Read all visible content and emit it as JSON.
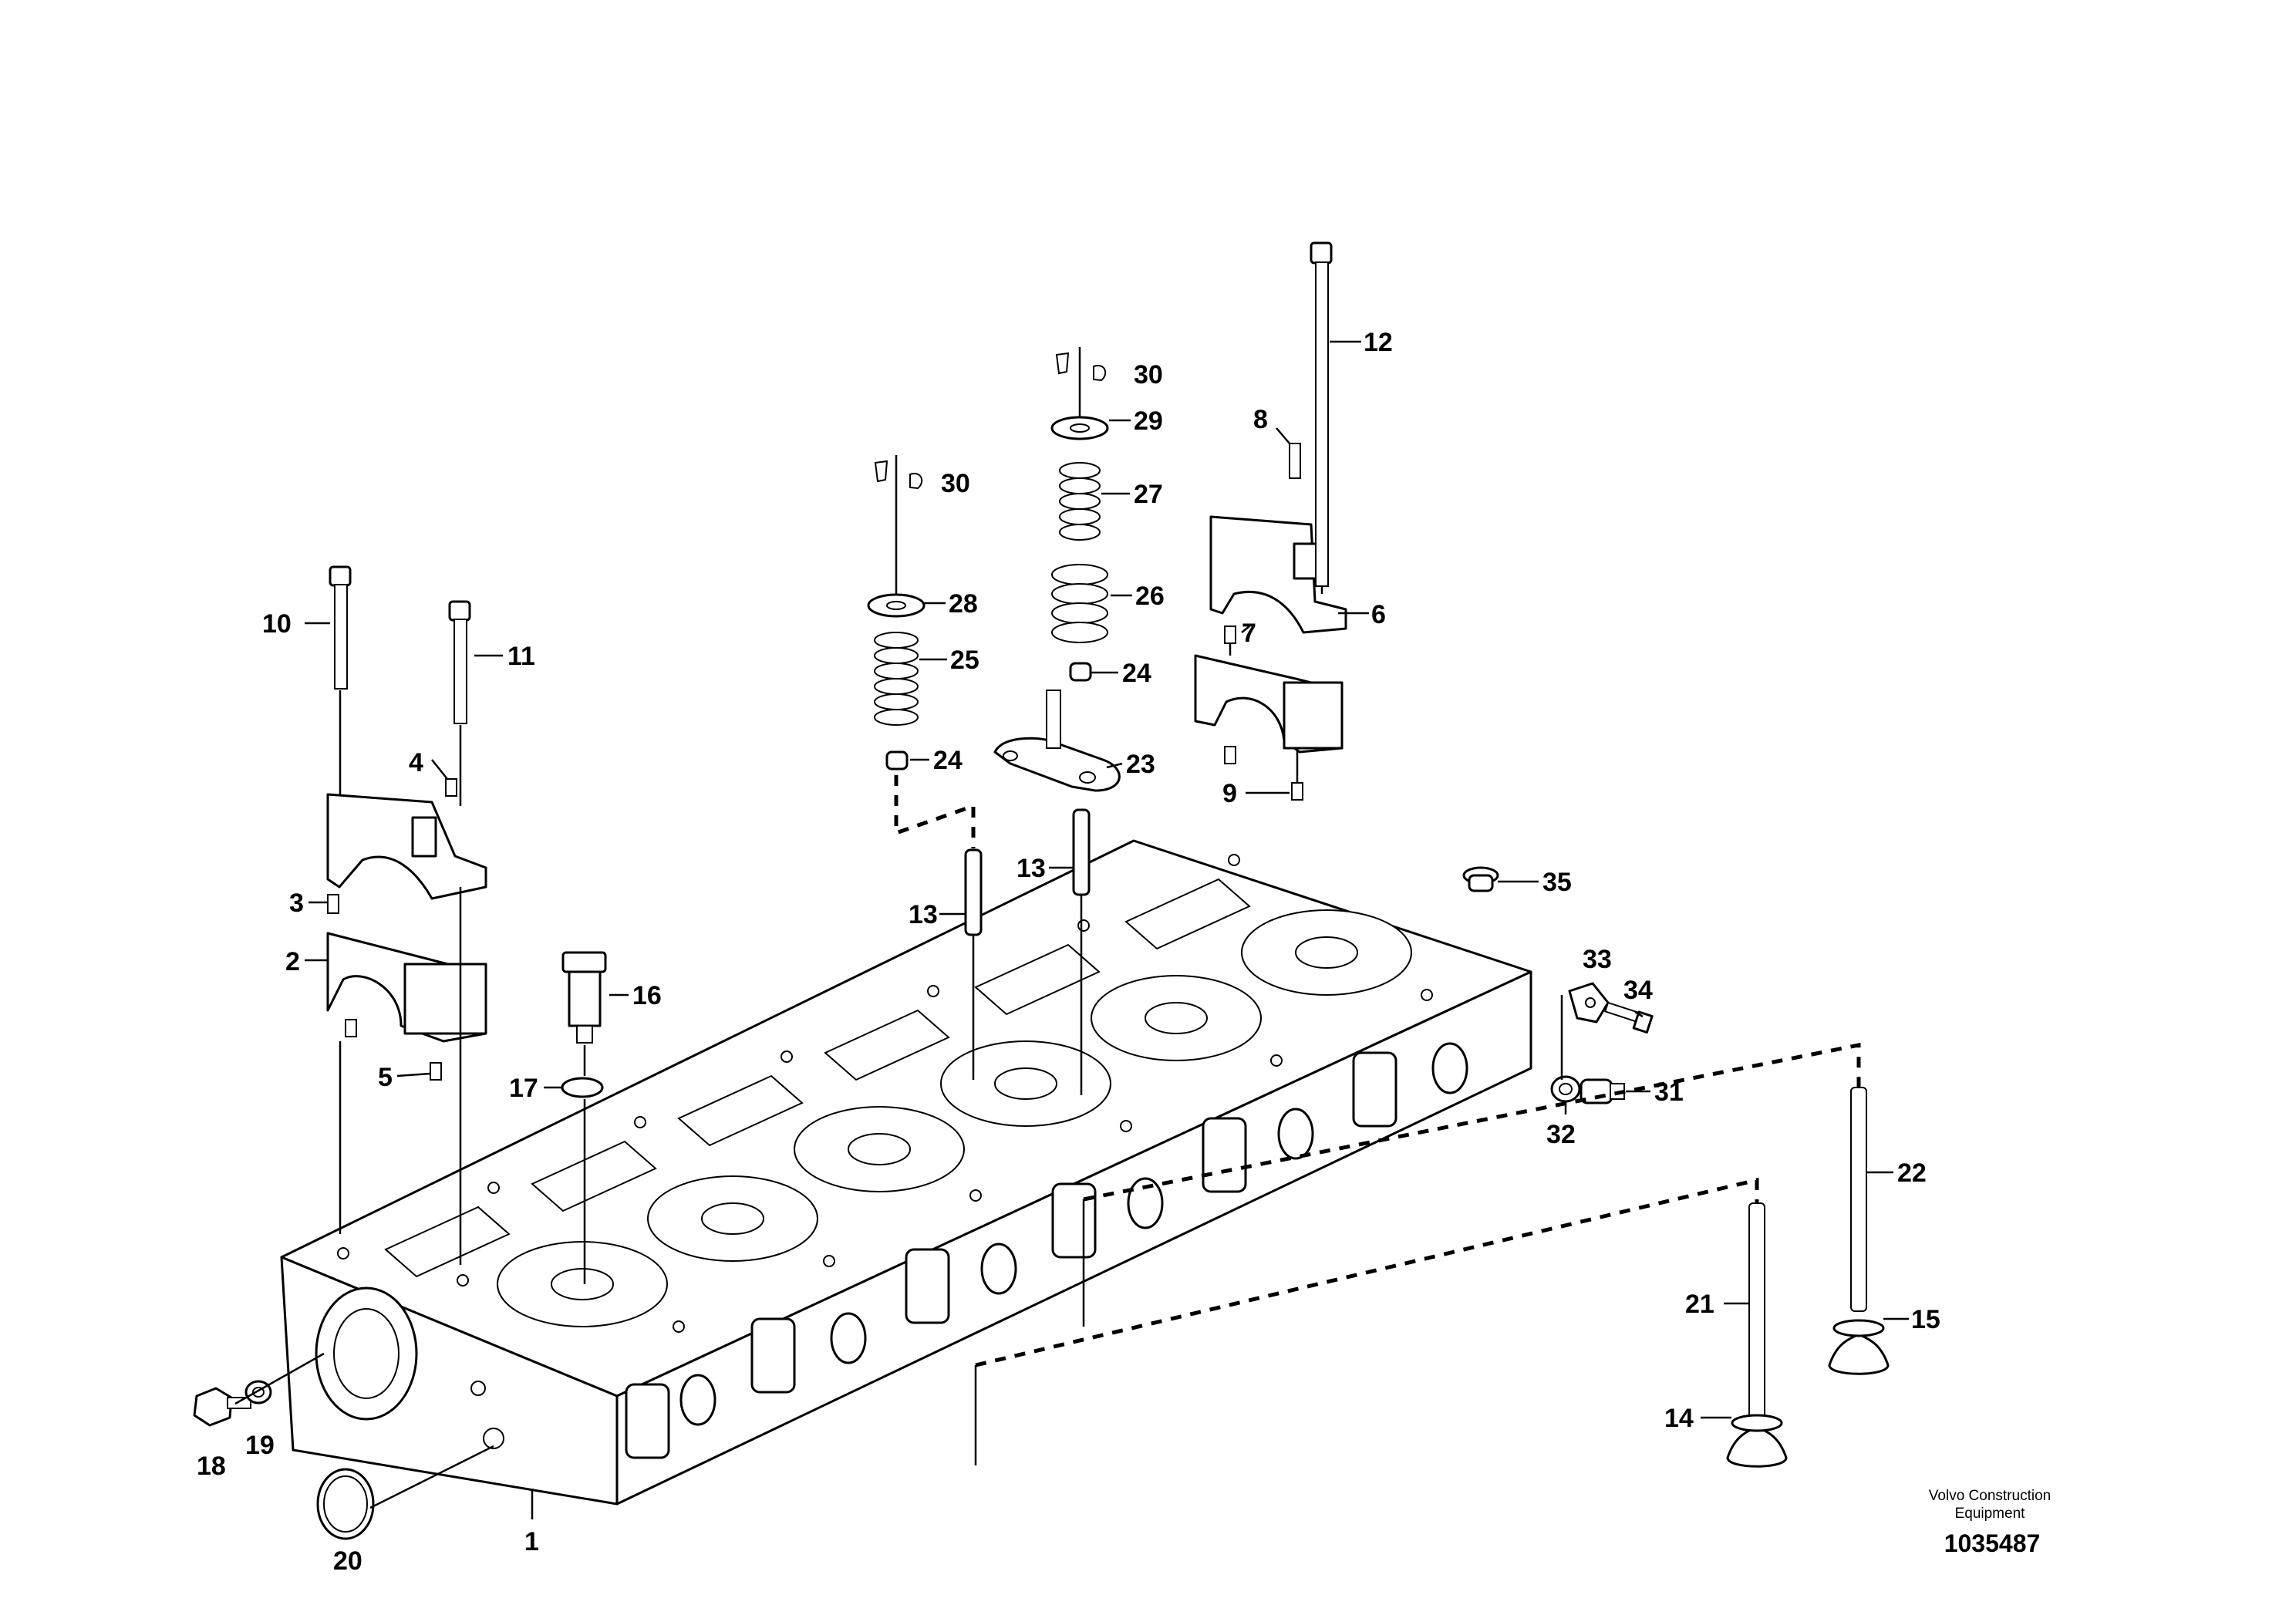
{
  "callouts": {
    "c1": "1",
    "c2": "2",
    "c3": "3",
    "c4": "4",
    "c5": "5",
    "c6": "6",
    "c7": "7",
    "c8": "8",
    "c9": "9",
    "c10": "10",
    "c11": "11",
    "c12": "12",
    "c13a": "13",
    "c13b": "13",
    "c14": "14",
    "c15": "15",
    "c16": "16",
    "c17": "17",
    "c18": "18",
    "c19": "19",
    "c20": "20",
    "c21": "21",
    "c22": "22",
    "c23": "23",
    "c24a": "24",
    "c24b": "24",
    "c25": "25",
    "c26": "26",
    "c27": "27",
    "c28": "28",
    "c29": "29",
    "c30a": "30",
    "c30b": "30",
    "c31": "31",
    "c32": "32",
    "c33": "33",
    "c34": "34",
    "c35": "35"
  },
  "footer": {
    "brand_line1": "Volvo Construction",
    "brand_line2": "Equipment",
    "doc_number": "1035487"
  }
}
